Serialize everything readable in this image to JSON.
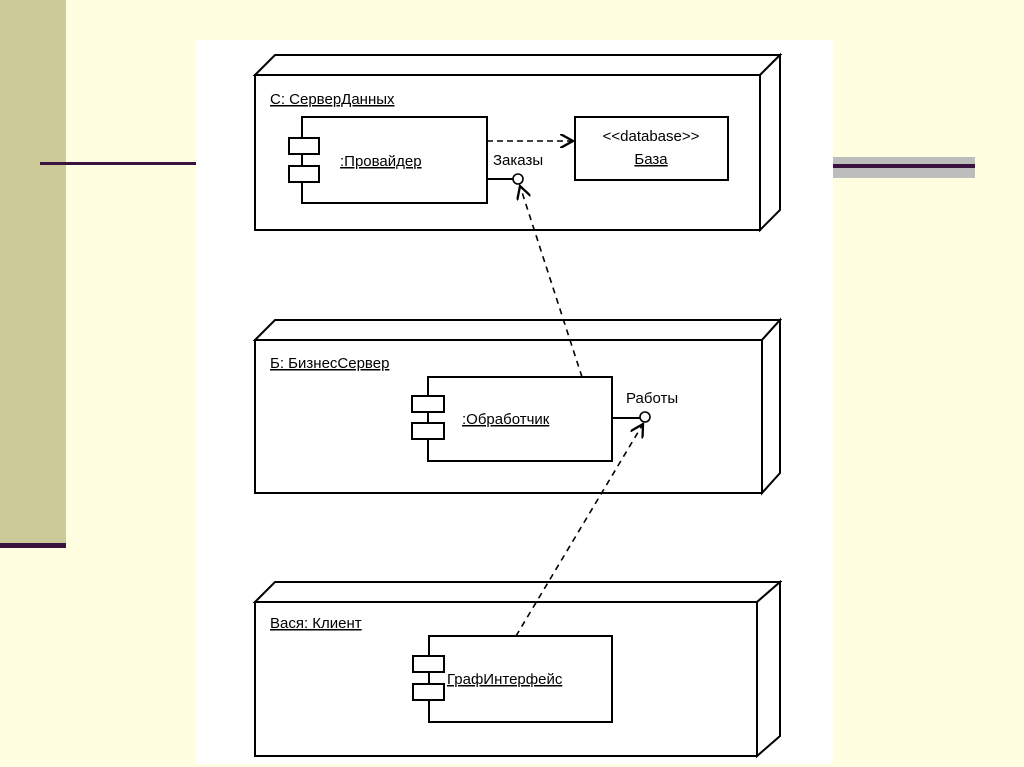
{
  "slide": {
    "background_color": "#FFFEE0",
    "accent_bar_color": "#CCCA99",
    "accent_line_color": "#3A1240",
    "right_band_color": "#BDBDBD"
  },
  "diagram": {
    "type": "UML deployment diagram",
    "nodes": [
      {
        "id": "data-server",
        "label": "С: СерверДанных",
        "components": [
          {
            "id": "provider",
            "label": ":Провайдер"
          },
          {
            "id": "database",
            "stereotype": "<<database>>",
            "label": "База"
          }
        ],
        "interfaces": [
          {
            "id": "orders",
            "label": "Заказы"
          }
        ]
      },
      {
        "id": "business-server",
        "label": "Б: БизнесСервер",
        "components": [
          {
            "id": "handler",
            "label": ":Обработчик"
          }
        ],
        "interfaces": [
          {
            "id": "jobs",
            "label": "Работы"
          }
        ]
      },
      {
        "id": "client",
        "label": "Вася: Клиент",
        "components": [
          {
            "id": "gui",
            "label": "ГрафИнтерфейс"
          }
        ],
        "interfaces": []
      }
    ],
    "dependencies": [
      {
        "from": "provider",
        "to": "database",
        "style": "dashed-arrow"
      },
      {
        "from": "handler",
        "to": "orders",
        "style": "dashed-arrow"
      },
      {
        "from": "gui",
        "to": "jobs",
        "style": "dashed-arrow"
      }
    ]
  }
}
